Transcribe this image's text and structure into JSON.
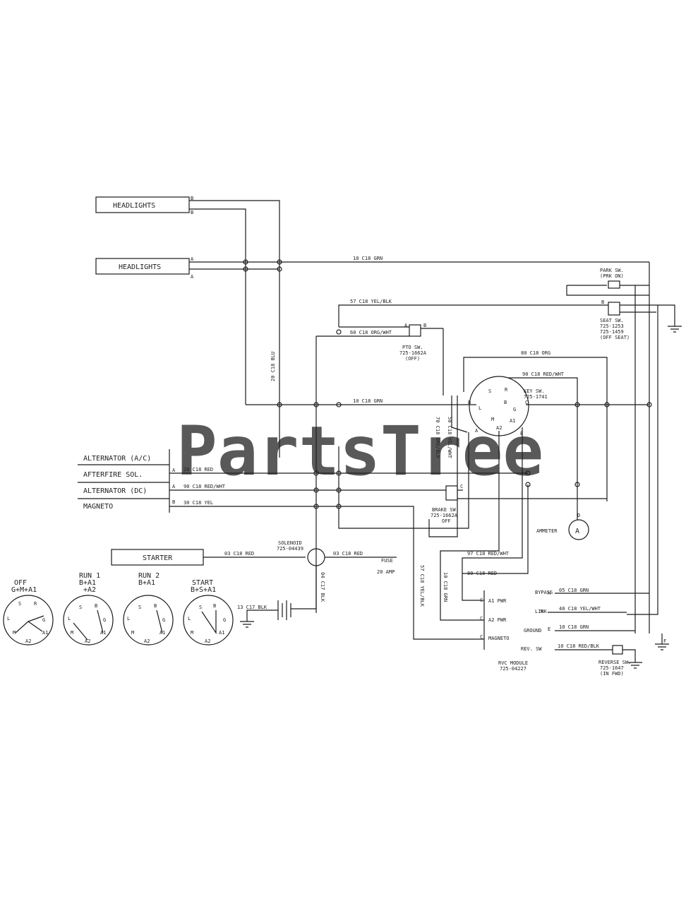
{
  "watermark": "PartsTree",
  "boxes": {
    "headlights_1": "HEADLIGHTS",
    "headlights_2": "HEADLIGHTS",
    "starter": "STARTER"
  },
  "harness_labels": {
    "alt_ac": "ALTERNATOR (A/C)",
    "afterfire": "AFTERFIRE SOL.",
    "alt_dc": "ALTERNATOR (DC)",
    "magneto": "MAGNETO"
  },
  "wires": {
    "w10_grn_top": "10 C18 GRN",
    "w57_yel_blk": "57 C18 YEL/BLK",
    "w60_org_wht": "60 C18 ORG/WHT",
    "w80_org": "80 C18 ORG",
    "w90_red_wht_key": "90 C18 RED/WHT",
    "w10_grn_mid": "10 C18 GRN",
    "w20_blu": "20 C18 BLU",
    "w50_yel_wht": "50 C18 YEL/WHT",
    "w70_org_blk": "70 C18 ORG/BLK",
    "w20_red": "20 C18 RED",
    "w90_red_wht_alt": "90 C18 RED/WHT",
    "w30_yel": "30 C18 YEL",
    "w03_red_starter": "03 C18 RED",
    "w03_red_sol": "03 C18 RED",
    "fuse": "FUSE",
    "fuse_amp": "20 AMP",
    "w57_yel_blk_vert": "57 C18 YEL/BLK",
    "w97_red_wht": "97 C18 RED/WHT",
    "w80_red": "80 C18 RED",
    "w10_grn_ctrl": "10 C18 GRN",
    "w05_grn": "05 C18 GRN",
    "w40_yel_wht": "40 C18 YEL/WHT",
    "w10_grn_gnd": "10 C18 GRN",
    "w10_red_blk": "10 C18 RED/BLK",
    "w13_blk": "13 C17 BLK",
    "w04_blk": "04 C17 BLK"
  },
  "components": {
    "park_sw": "PARK SW.",
    "park_sw_state": "(PRK ON)",
    "seat_sw": "SEAT SW.",
    "seat_pn1": "725-1253",
    "seat_pn2": "725-1459",
    "seat_state": "(OFF SEAT)",
    "pto_sw": "PTO SW.",
    "pto_pn": "725-1662A",
    "pto_state": "(OFF)",
    "key_sw": "KEY SW.",
    "key_pn": "725-1741",
    "brake_sw": "BRAKE SW.",
    "brake_pn": "725-1662A",
    "brake_state": "OFF",
    "ammeter": "AMMETER",
    "ammeter_symbol": "A",
    "solenoid": "SOLENOID",
    "solenoid_pn": "725-04439",
    "rvc_module": "RVC MODULE",
    "rvc_pn": "725-04227",
    "reverse_sw": "REVERSE SW.",
    "reverse_pn": "725-1647",
    "reverse_state": "(IN FWD)"
  },
  "rvc_pins": {
    "a1": "A1 PWR",
    "a2": "A2 PWR",
    "magneto": "MAGNETO",
    "bypass": "BYPASS",
    "link": "LINK",
    "ground": "GROUND",
    "rev_sw": "REV. SW"
  },
  "key_terms": {
    "s": "S",
    "r": "R",
    "b": "B",
    "l": "L",
    "g": "G",
    "m": "M",
    "a1": "A1",
    "a2": "A2"
  },
  "pin_letters": {
    "a": "A",
    "b": "B",
    "c": "C",
    "d": "D",
    "e": "E",
    "f": "F",
    "h": "H",
    "k": "K"
  },
  "positions": [
    {
      "name": "OFF",
      "combo": "G+M+A1"
    },
    {
      "name": "RUN 1",
      "combo": "B+A1",
      "combo2": "+A2"
    },
    {
      "name": "RUN 2",
      "combo": "B+A1"
    },
    {
      "name": "START",
      "combo": "B+S+A1"
    }
  ]
}
